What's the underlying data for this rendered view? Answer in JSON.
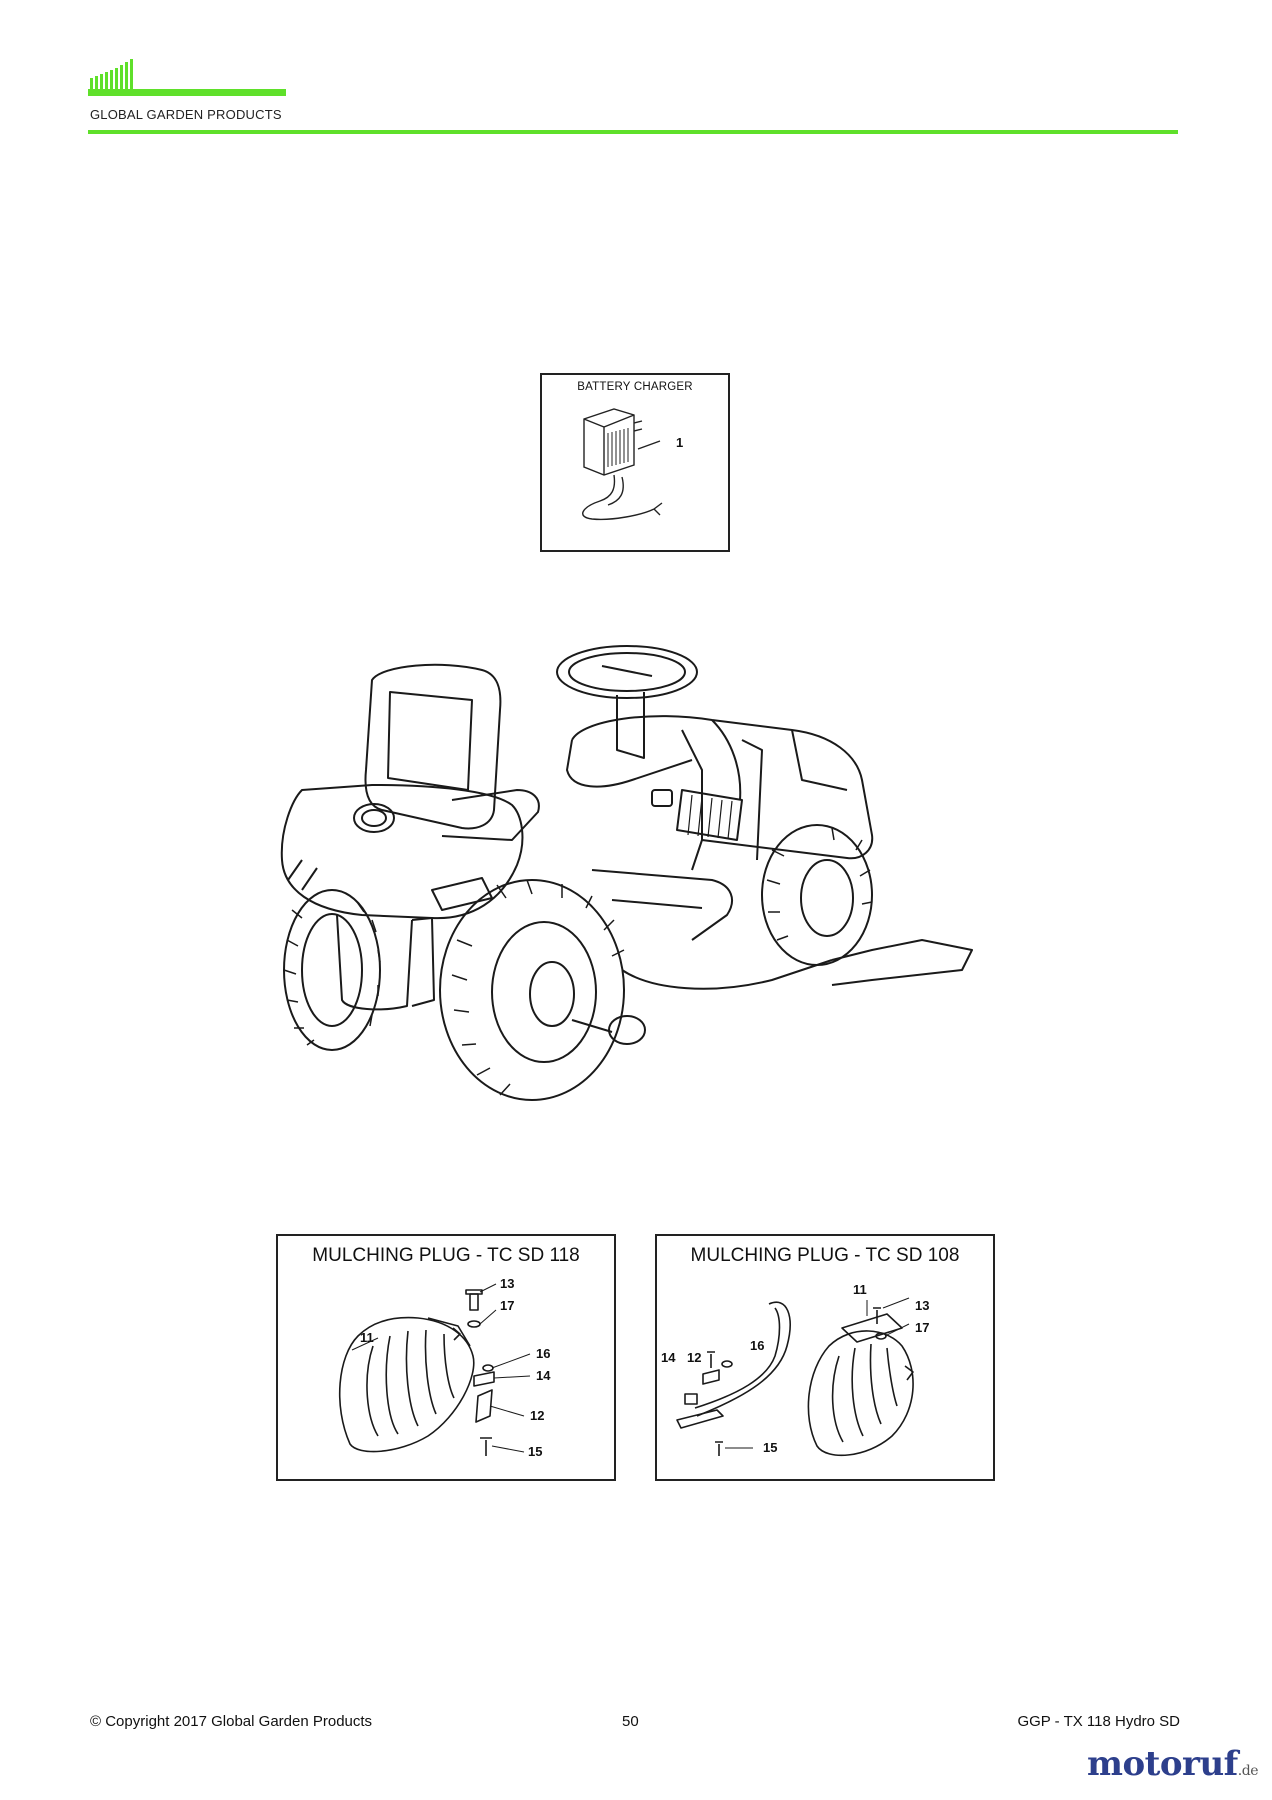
{
  "header": {
    "brand_name": "GLOBAL GARDEN PRODUCTS",
    "accent_color": "#5fe02a"
  },
  "battery_charger": {
    "title": "BATTERY CHARGER",
    "callouts": [
      "1"
    ]
  },
  "mulching_left": {
    "title": "MULCHING PLUG - TC SD 118",
    "callouts": [
      "13",
      "17",
      "11",
      "16",
      "14",
      "12",
      "15"
    ]
  },
  "mulching_right": {
    "title": "MULCHING PLUG - TC SD 108",
    "callouts": [
      "11",
      "13",
      "17",
      "16",
      "14",
      "12",
      "15"
    ]
  },
  "footer": {
    "copyright": "© Copyright 2017 Global Garden Products",
    "page_number": "50",
    "model": "GGP - TX 118 Hydro SD"
  },
  "watermark": {
    "name": "motoruf",
    "tld": ".de"
  }
}
